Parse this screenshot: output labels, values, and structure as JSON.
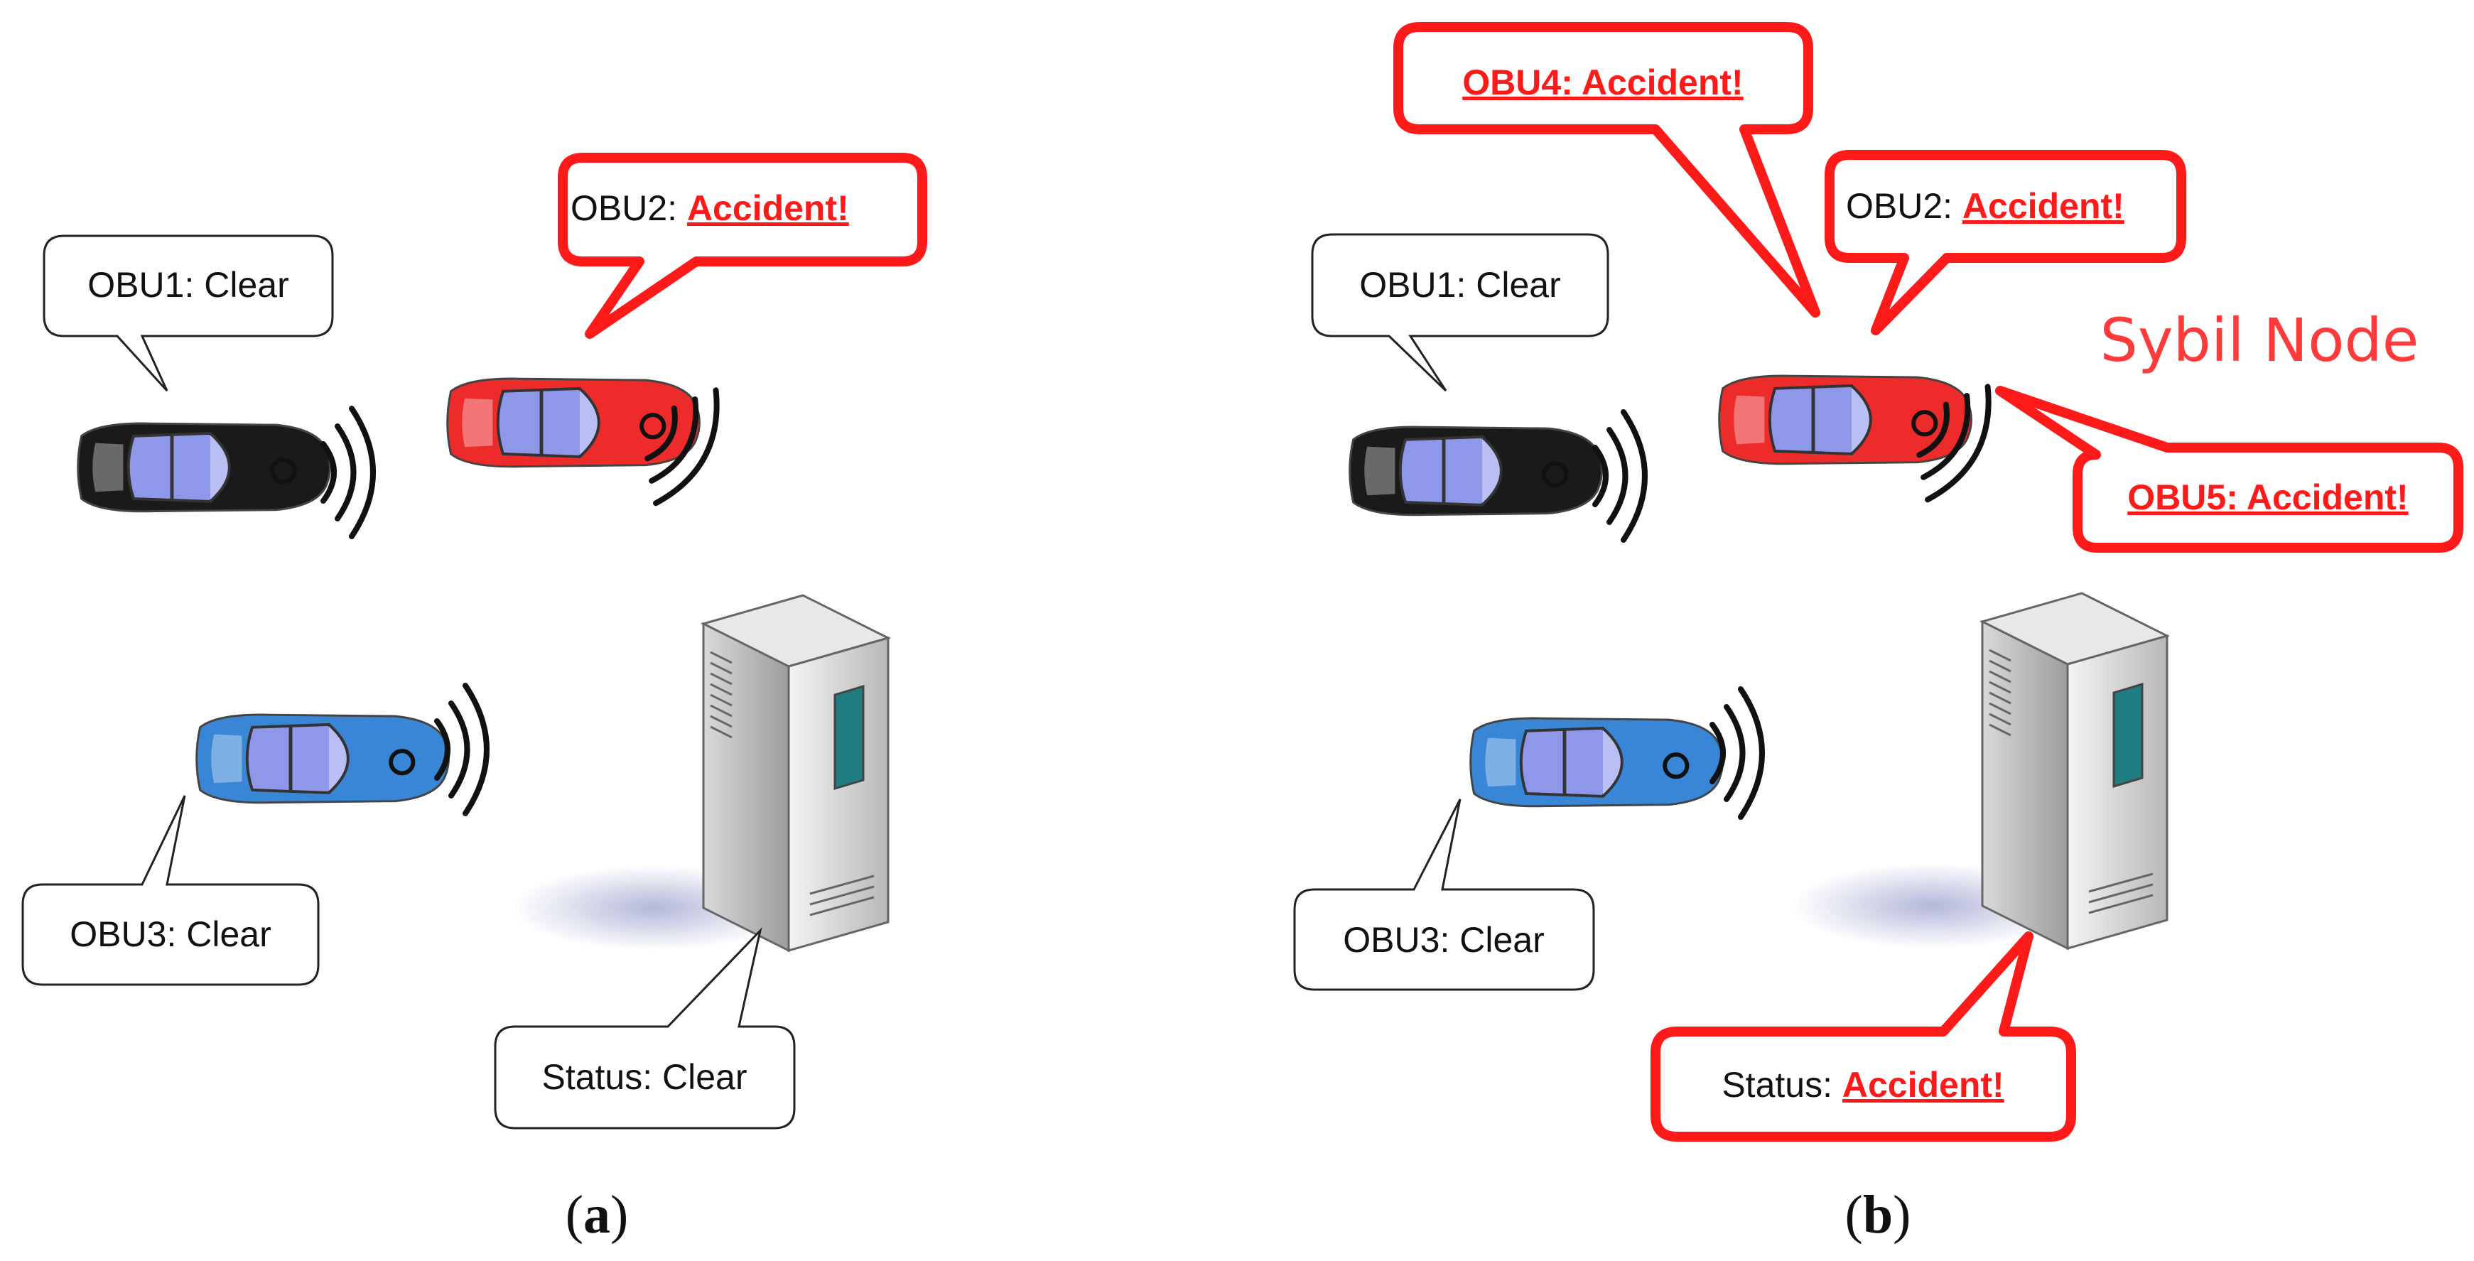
{
  "colors": {
    "alert_red": "#ff1a1a",
    "car_black": "#1a1a1a",
    "car_red": "#ee2b2b",
    "car_blue": "#3a86d6",
    "window_blue": "#8f97e8",
    "server_gray": "#c9c9c9",
    "screen_teal": "#1f7c80"
  },
  "panels": [
    {
      "id": "a",
      "caption": "a",
      "obu1": {
        "prefix": "OBU1: ",
        "status": "Clear"
      },
      "obu2": {
        "prefix": "OBU2: ",
        "status": "Accident!"
      },
      "obu3": {
        "prefix": "OBU3: ",
        "status": "Clear"
      },
      "server": {
        "prefix": "Status: ",
        "status": "Clear"
      }
    },
    {
      "id": "b",
      "caption": "b",
      "obu1": {
        "prefix": "OBU1: ",
        "status": "Clear"
      },
      "obu2": {
        "prefix": "OBU2: ",
        "status": "Accident!"
      },
      "obu3": {
        "prefix": "OBU3: ",
        "status": "Clear"
      },
      "obu4": {
        "label": "OBU4: Accident!"
      },
      "obu5": {
        "label": "OBU5: Accident!"
      },
      "sybil_label": "Sybil Node",
      "server": {
        "prefix": "Status: ",
        "status": "Accident!"
      }
    }
  ]
}
